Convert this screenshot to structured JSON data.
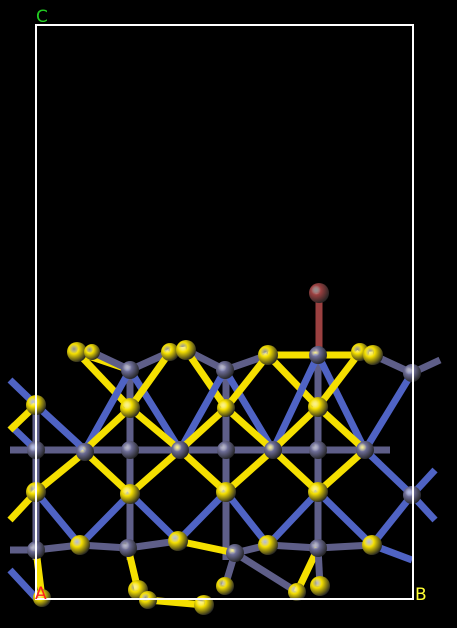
{
  "viewer": {
    "background_color": "#000000",
    "cell_outline_color": "#ffffff",
    "axis_labels": {
      "a": {
        "text": "A",
        "color": "#ff2020"
      },
      "b": {
        "text": "B",
        "color": "#ffff33"
      },
      "c": {
        "text": "C",
        "color": "#22cc22"
      }
    },
    "atom_colors": {
      "S": "#f5e000",
      "metal": "#6d6d96",
      "adsorbate": "#9b4040"
    },
    "bond_colors": [
      "#4f63c4",
      "#f5e000",
      "#5e5e88",
      "#9b4040"
    ]
  }
}
